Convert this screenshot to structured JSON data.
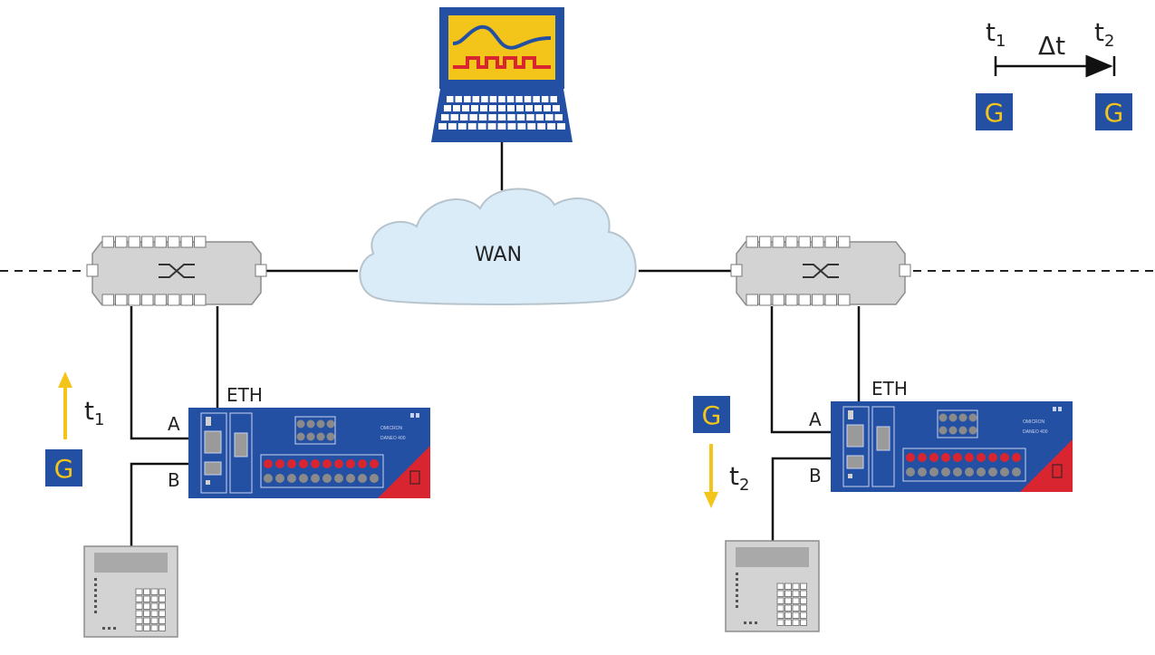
{
  "network": {
    "cloud_label": "WAN",
    "eth_label": "ETH",
    "port_a": "A",
    "port_b": "B"
  },
  "timing": {
    "t": "t",
    "sub1": "1",
    "sub2": "2",
    "delta": "Δt"
  },
  "gps": {
    "letter": "G"
  },
  "device": {
    "brand": "OMICRON",
    "model": "DANEO 400"
  },
  "colors": {
    "device_blue": "#2450a3",
    "gps_yellow": "#f3c41a",
    "switch_grey": "#d3d3d3",
    "cloud_fill": "#d9ecf8",
    "accent_red": "#d92530",
    "arrow_yellow": "#f3c41a"
  }
}
